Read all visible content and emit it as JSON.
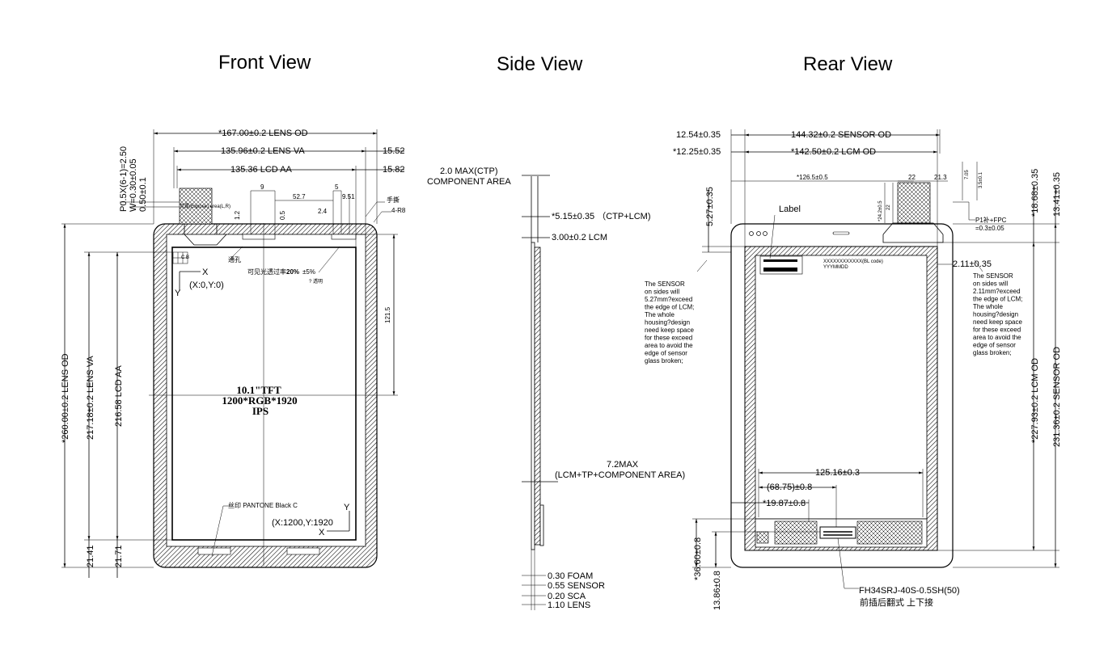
{
  "titles": {
    "front": "Front View",
    "side": "Side View",
    "rear": "Rear View"
  },
  "front": {
    "dims": {
      "lens_od_w": "*167.00±0.2 LENS OD",
      "lens_va_w": "135.96±0.2 LENS VA",
      "lcd_aa_w": "135.36 LCD AA",
      "r1552": "15.52",
      "r1582": "15.82",
      "pitch": "P0.5X(6-1)=2.50",
      "width": "W=0.30±0.05",
      "thick": "0.50±0.1",
      "d9": "9",
      "d527": "52.7",
      "d5": "5",
      "d951": "9.51",
      "d12": "1.2",
      "d05": "0.5",
      "d24": "2.4",
      "d1215": "121.5",
      "lens_od_h": "*260.00±0.2 LENS OD",
      "lens_va_h": "217.18±0.2 LENS VA",
      "lcd_aa_h": "216.58 LCD AA",
      "b2141": "21.41",
      "b2171": "21.71"
    },
    "labels": {
      "tear": "手撕",
      "radius": "4-R8",
      "hole": "通孔",
      "transmit_prefix": "可见光透过率",
      "transmit_value": "20%",
      "transmit_tol": "±5%",
      "q": "? 透明",
      "print": "丝印 PANTONE Black C",
      "expose": "见露(Expose) area(L,R)",
      "cb": "C B"
    },
    "origin": {
      "x_axis": "X",
      "y_axis": "Y",
      "start": "(X:0,Y:0)",
      "end": "(X:1200,Y:1920"
    },
    "panel": {
      "line1": "10.1\"TFT",
      "line2": "1200*RGB*1920",
      "line3": "IPS"
    }
  },
  "side": {
    "component": "2.0 MAX(CTP)",
    "component2": "COMPONENT AREA",
    "ctp_lcm": "*5.15±0.35 （CTP+LCM)",
    "lcm": "3.00±0.2 LCM",
    "max": "7.2MAX",
    "max_sub": "(LCM+TP+COMPONENT AREA)",
    "foam": "0.30 FOAM",
    "sensor": "0.55 SENSOR",
    "sca": "0.20 SCA",
    "lens": "1.10 LENS"
  },
  "rear": {
    "dims": {
      "s1254": "12.54±0.35",
      "sensor_od_w": "144.32±0.2 SENSOR OD",
      "s1225": "*12.25±0.35",
      "lcm_od_w": "*142.50±0.2 LCM OD",
      "d1265": "*126.5±0.5",
      "d22": "22",
      "d213": "21.3",
      "d705": "7.05",
      "d35": "3.5±0.1",
      "d242": "*24.2±0.5",
      "d22v": "22",
      "d527": "5.27±0.35",
      "d211": "2.11±0.35",
      "d1868": "*18.68±0.35",
      "d1341": "13.41±0.35",
      "fpc": "P1补+FPC",
      "fpc_t": "=0.3±0.05",
      "lcm_od_h": "*227.93±0.2 LCM OD",
      "sensor_od_h": "231.36±0.2 SENSOR OD",
      "d12516": "125.16±0.3",
      "d6875": "(68.75)±0.8",
      "d1987": "*19.87±0.8",
      "d3660": "*36.60±0.8",
      "d1386": "13.86±0.8"
    },
    "label_tag": "Label",
    "label_id": "XXXXXXXXXXXX(BL code)",
    "label_date": "YYYMMDD",
    "note_left": [
      "The SENSOR",
      "on sides will",
      "5.27mm?exceed",
      "the edge of LCM;",
      "The whole",
      "housing?design",
      "need keep space",
      "for these exceed",
      "area to avoid the",
      "edge of sensor",
      "glass broken;"
    ],
    "note_right": [
      "The SENSOR",
      "on sides will",
      "2.11mm?exceed",
      "the edge of LCM;",
      "The whole",
      "housing?design",
      "need keep space",
      "for these exceed",
      "area to avoid the",
      "edge of sensor",
      "glass broken;"
    ],
    "connector": "FH34SRJ-40S-0.5SH(50)",
    "connector_note": "前插后翻式 上下接"
  }
}
